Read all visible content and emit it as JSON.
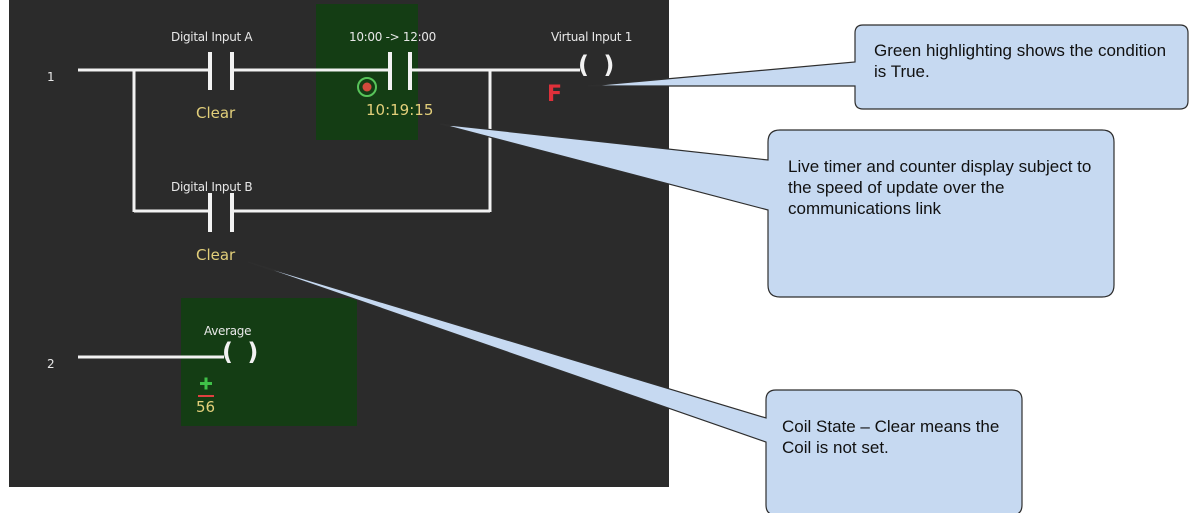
{
  "rungs": [
    {
      "number": "1",
      "contacts": [
        {
          "label": "Digital Input A",
          "state": "Clear"
        },
        {
          "label": "10:00 -> 12:00",
          "state": "10:19:15"
        },
        {
          "label": "Digital Input B",
          "state": "Clear"
        }
      ],
      "coil": {
        "label": "Virtual Input 1",
        "symbol": "( )",
        "badge": "F"
      }
    },
    {
      "number": "2",
      "coil": {
        "label": "Average",
        "symbol": "( )",
        "value": "56"
      }
    }
  ],
  "callouts": [
    {
      "text": "Green highlighting shows the condition is True."
    },
    {
      "text": "Live timer and counter display subject to the speed of update over the communications link"
    },
    {
      "text": "Coil State – Clear means the Coil is not set."
    }
  ],
  "colors": {
    "ladder_background": "#2b2b2b",
    "true_highlight": "#143d14",
    "state_text": "#e2cf7a",
    "callout_fill": "#c6d9f1",
    "callout_border": "#2e2e2e"
  }
}
